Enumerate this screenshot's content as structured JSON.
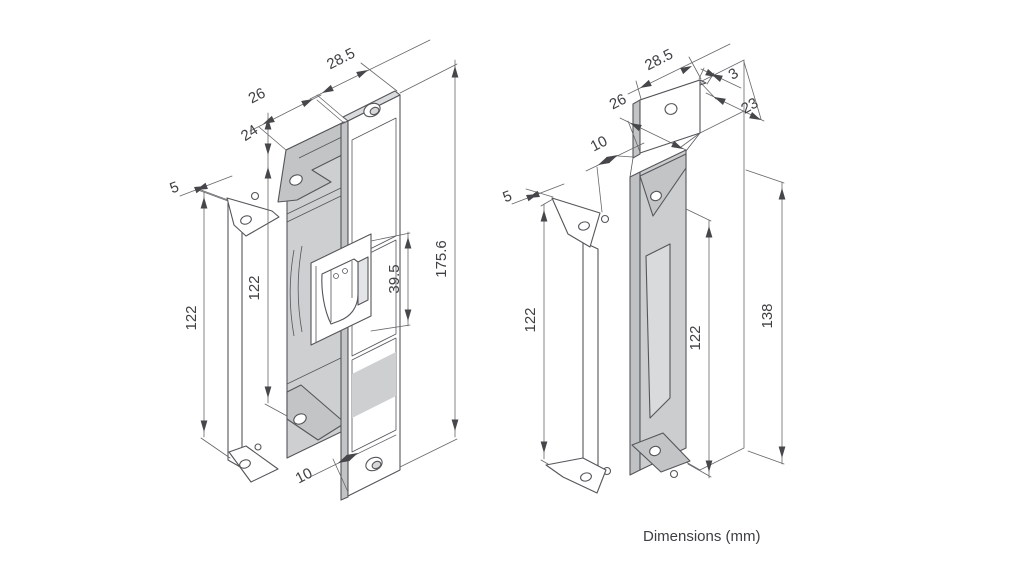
{
  "caption": "Dimensions (mm)",
  "colors": {
    "line": "#55565a",
    "dimension_line": "#66676a",
    "fill_shaded": "#cdcfd1",
    "fill_shaded_dark": "#c2c4c6",
    "fill_top_face": "#dadbdd",
    "fill_light": "#ffffff",
    "background": "#ffffff",
    "label_text": "#3f4043"
  },
  "left_view": {
    "dims": {
      "top_width": "28.5",
      "bracket_depth": "26",
      "body_offset": "24",
      "plate_thickness": "5",
      "plate_height": "122",
      "body_height": "122",
      "keeper_height": "39.5",
      "faceplate_height": "175.6",
      "bottom_depth": "10"
    }
  },
  "right_view": {
    "dims": {
      "top_width": "28.5",
      "bracket_thickness": "3",
      "bracket_depth": "26",
      "box_depth": "23",
      "offset_depth": "10",
      "plate_thickness": "5",
      "plate_height": "122",
      "body_height": "122",
      "overall_height": "138"
    }
  }
}
